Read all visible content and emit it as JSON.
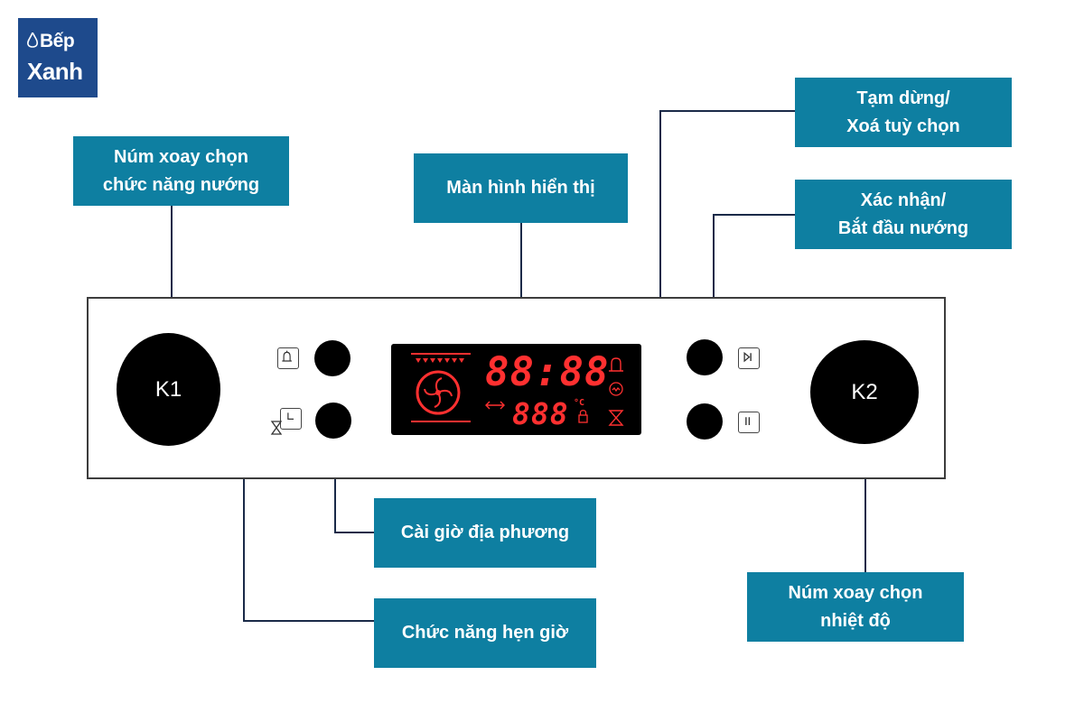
{
  "brand": {
    "logo_line1": "Bếp",
    "logo_line2": "Xanh"
  },
  "colors": {
    "callout_bg": "#0e7fa1",
    "logo_bg": "#1e4a8c",
    "display_red": "#ff3030",
    "line_color": "#1a2a48"
  },
  "callouts": {
    "k1_knob": [
      "Núm xoay chọn",
      "chức năng nướng"
    ],
    "display": [
      "Màn hình hiển thị"
    ],
    "pause": [
      "Tạm dừng/",
      "Xoá tuỳ chọn"
    ],
    "confirm": [
      "Xác nhận/",
      "Bắt đầu nướng"
    ],
    "local_time": [
      "Cài giờ địa phương"
    ],
    "timer": [
      "Chức năng hẹn giờ"
    ],
    "k2_knob": [
      "Núm xoay chọn",
      "nhiệt độ"
    ]
  },
  "panel": {
    "knob_left_label": "K1",
    "knob_right_label": "K2",
    "display_time": "88:88",
    "display_temp": "888",
    "temp_unit": "°C",
    "icons": {
      "bell": "bell-icon",
      "clock_timer": "clock-hourglass-icon",
      "play_pause": "play-pause-icon",
      "pause": "pause-icon",
      "fan": "fan-icon",
      "lock": "lock-icon",
      "hourglass": "hourglass-icon",
      "bulb": "bulb-icon",
      "arrows": "double-arrow-icon"
    }
  }
}
